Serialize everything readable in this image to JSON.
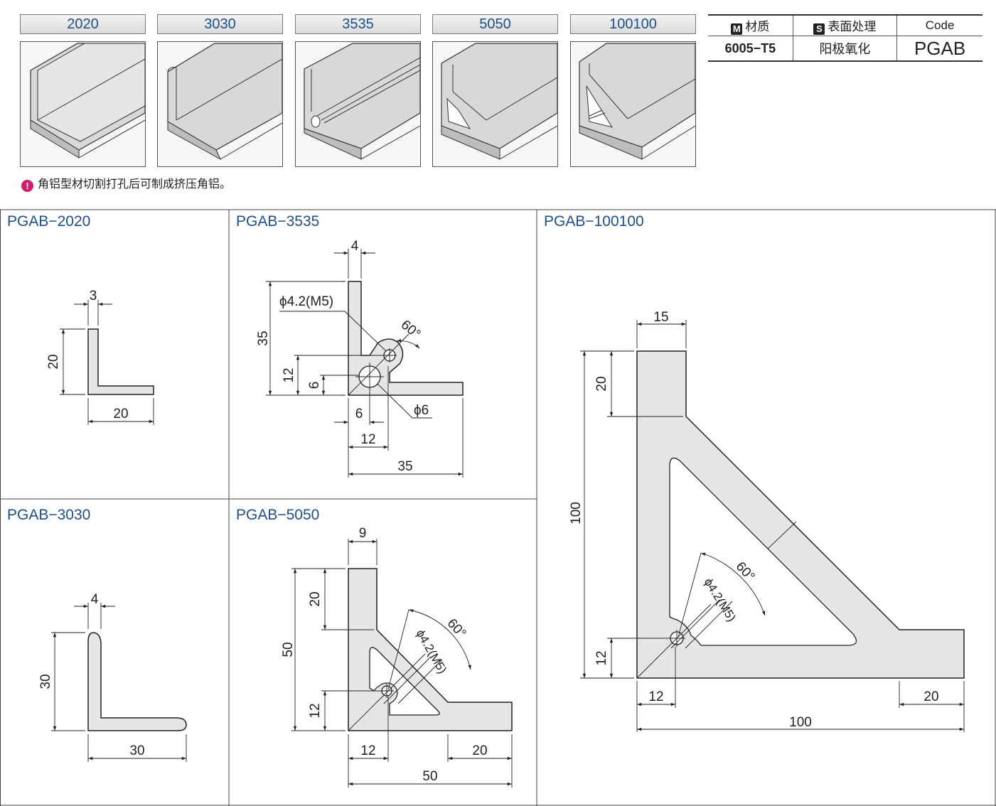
{
  "profile_tabs": [
    "2020",
    "3030",
    "3535",
    "5050",
    "100100"
  ],
  "spec_table": {
    "material_badge": "M",
    "material_label": "材质",
    "surface_badge": "S",
    "surface_label": "表面处理",
    "code_label": "Code",
    "material_value": "6005−T5",
    "surface_value": "阳极氧化",
    "code_value": "PGAB"
  },
  "note": {
    "icon": "info-pin-icon",
    "text": "角铝型材切割打孔后可制成挤压角铝。"
  },
  "panels": {
    "p2020": {
      "title": "PGAB−2020",
      "dim_thickness": "3",
      "dim_height": "20",
      "dim_width": "20"
    },
    "p3535": {
      "title": "PGAB−3535",
      "dim_top": "4",
      "dim_hole_small": "ϕ4.2(M5)",
      "dim_angle": "60°",
      "dim_height": "35",
      "dim_12v": "12",
      "dim_6v": "6",
      "dim_hole_big": "ϕ6",
      "dim_6h": "6",
      "dim_12h": "12",
      "dim_width": "35"
    },
    "p3030": {
      "title": "PGAB−3030",
      "dim_thickness": "4",
      "dim_height": "30",
      "dim_width": "30"
    },
    "p5050": {
      "title": "PGAB−5050",
      "dim_top": "9",
      "dim_20v": "20",
      "dim_height": "50",
      "dim_12v": "12",
      "dim_hole": "ϕ4.2(M5)",
      "dim_angle": "60°",
      "dim_12h": "12",
      "dim_20h": "20",
      "dim_width": "50"
    },
    "p100100": {
      "title": "PGAB−100100",
      "dim_top": "15",
      "dim_20v": "20",
      "dim_height": "100",
      "dim_12v": "12",
      "dim_hole": "ϕ4.2(M5)",
      "dim_angle": "60°",
      "dim_12h": "12",
      "dim_20h": "20",
      "dim_width": "100"
    }
  }
}
